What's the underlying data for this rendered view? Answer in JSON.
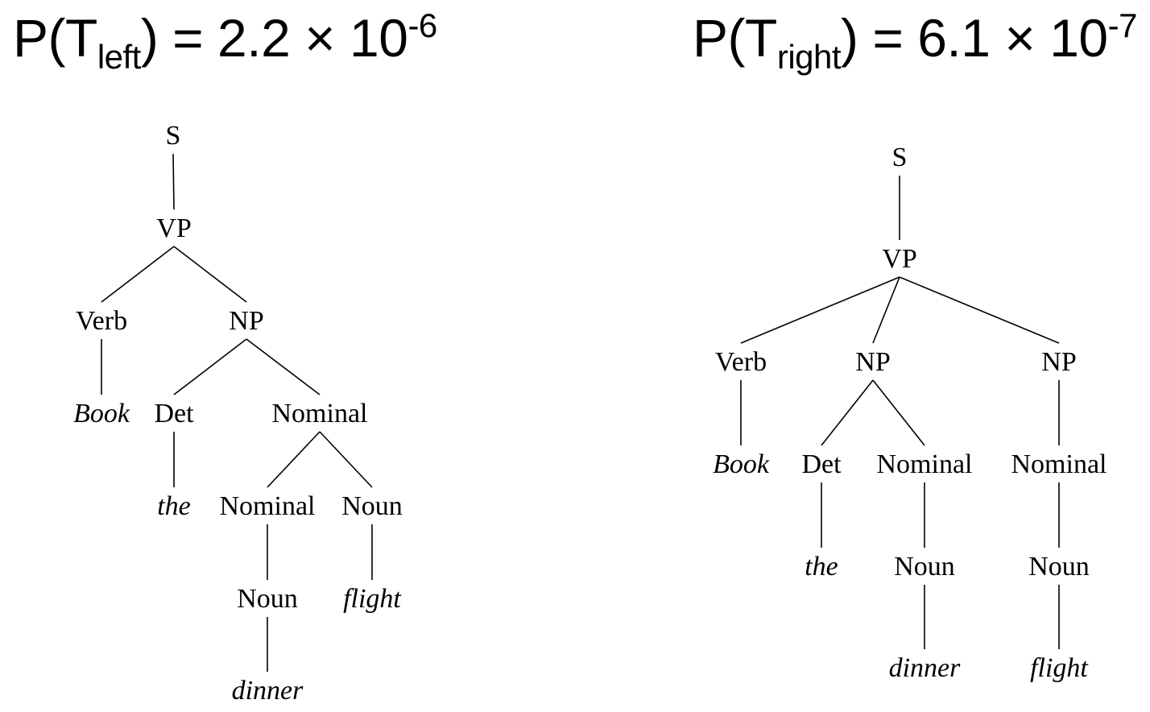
{
  "headings": {
    "left": {
      "p": "P(T",
      "sub": "left",
      "eq": ") = 2.2 × 10",
      "exp": "-6"
    },
    "right": {
      "p": "P(T",
      "sub": "right",
      "eq": ") = 6.1 × 10",
      "exp": "-7"
    }
  },
  "trees": {
    "left": {
      "nodes": [
        {
          "id": "S",
          "label": "S",
          "kind": "category"
        },
        {
          "id": "VP",
          "label": "VP",
          "kind": "category"
        },
        {
          "id": "Verb",
          "label": "Verb",
          "kind": "category"
        },
        {
          "id": "NP",
          "label": "NP",
          "kind": "category"
        },
        {
          "id": "Book",
          "label": "Book",
          "kind": "word"
        },
        {
          "id": "Det",
          "label": "Det",
          "kind": "category"
        },
        {
          "id": "Nominal",
          "label": "Nominal",
          "kind": "category"
        },
        {
          "id": "the",
          "label": "the",
          "kind": "word"
        },
        {
          "id": "Nominal2",
          "label": "Nominal",
          "kind": "category"
        },
        {
          "id": "Noun",
          "label": "Noun",
          "kind": "category"
        },
        {
          "id": "Noun2",
          "label": "Noun",
          "kind": "category"
        },
        {
          "id": "flight",
          "label": "flight",
          "kind": "word"
        },
        {
          "id": "dinner",
          "label": "dinner",
          "kind": "word"
        }
      ],
      "edges": [
        [
          "S",
          "VP"
        ],
        [
          "VP",
          "Verb"
        ],
        [
          "VP",
          "NP"
        ],
        [
          "Verb",
          "Book"
        ],
        [
          "NP",
          "Det"
        ],
        [
          "NP",
          "Nominal"
        ],
        [
          "Det",
          "the"
        ],
        [
          "Nominal",
          "Nominal2"
        ],
        [
          "Nominal",
          "Noun"
        ],
        [
          "Nominal2",
          "Noun2"
        ],
        [
          "Noun",
          "flight"
        ],
        [
          "Noun2",
          "dinner"
        ]
      ]
    },
    "right": {
      "nodes": [
        {
          "id": "S",
          "label": "S",
          "kind": "category"
        },
        {
          "id": "VP",
          "label": "VP",
          "kind": "category"
        },
        {
          "id": "Verb",
          "label": "Verb",
          "kind": "category"
        },
        {
          "id": "NP1",
          "label": "NP",
          "kind": "category"
        },
        {
          "id": "NP2",
          "label": "NP",
          "kind": "category"
        },
        {
          "id": "Book",
          "label": "Book",
          "kind": "word"
        },
        {
          "id": "Det",
          "label": "Det",
          "kind": "category"
        },
        {
          "id": "Nominal1",
          "label": "Nominal",
          "kind": "category"
        },
        {
          "id": "Nominal2",
          "label": "Nominal",
          "kind": "category"
        },
        {
          "id": "the",
          "label": "the",
          "kind": "word"
        },
        {
          "id": "Noun1",
          "label": "Noun",
          "kind": "category"
        },
        {
          "id": "Noun2",
          "label": "Noun",
          "kind": "category"
        },
        {
          "id": "dinner",
          "label": "dinner",
          "kind": "word"
        },
        {
          "id": "flight",
          "label": "flight",
          "kind": "word"
        }
      ],
      "edges": [
        [
          "S",
          "VP"
        ],
        [
          "VP",
          "Verb"
        ],
        [
          "VP",
          "NP1"
        ],
        [
          "VP",
          "NP2"
        ],
        [
          "Verb",
          "Book"
        ],
        [
          "NP1",
          "Det"
        ],
        [
          "NP1",
          "Nominal1"
        ],
        [
          "NP2",
          "Nominal2"
        ],
        [
          "Det",
          "the"
        ],
        [
          "Nominal1",
          "Noun1"
        ],
        [
          "Nominal2",
          "Noun2"
        ],
        [
          "Noun1",
          "dinner"
        ],
        [
          "Noun2",
          "flight"
        ]
      ]
    }
  }
}
